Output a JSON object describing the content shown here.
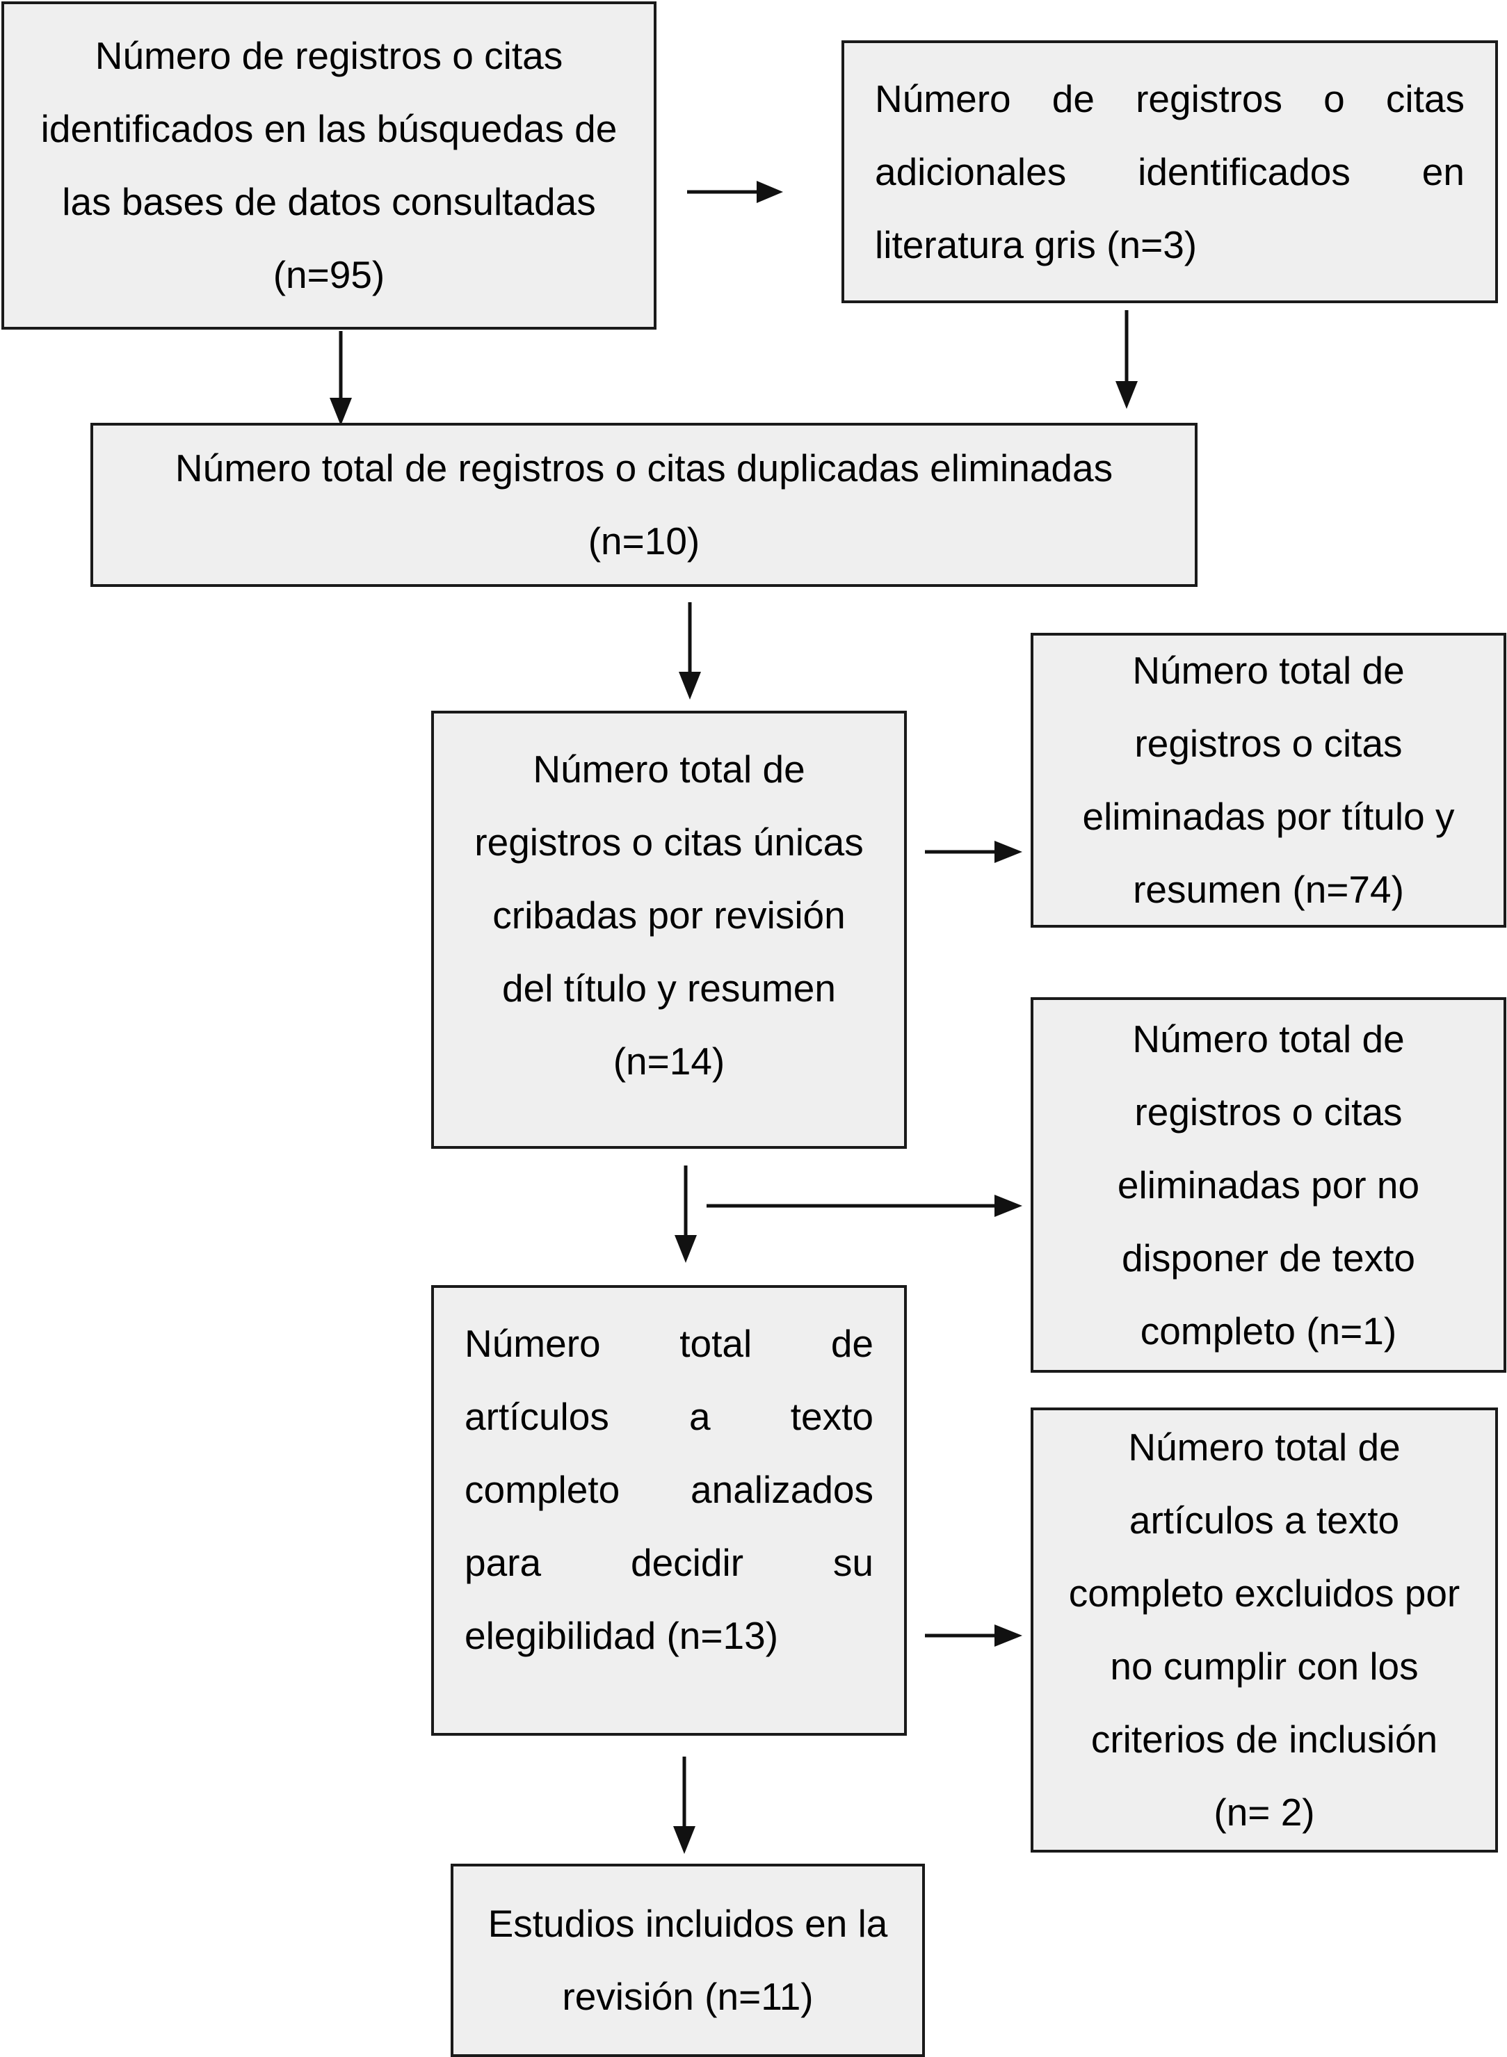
{
  "flowchart": {
    "boxes": {
      "identified_databases": "Número de registros o citas identificados en las búsquedas de las bases de datos consultadas (n=95)",
      "additional_grey_literature": "Número de registros o citas adicionales identificados en literatura gris (n=3)",
      "duplicates_removed": "Número total de registros o citas duplicadas eliminadas (n=10)",
      "screened": "Número total de registros o citas únicas cribadas por revisión del título y resumen (n=14)",
      "excluded_title_abstract": "Número total de registros o citas eliminadas por título y resumen (n=74)",
      "excluded_no_fulltext": "Número total de registros o citas eliminadas por no disponer de texto completo (n=1)",
      "fulltext_assessed": "Número total de artículos a texto completo analizados para decidir su elegibilidad (n=13)",
      "fulltext_excluded": "Número total de artículos a texto completo excluidos por no cumplir con los criterios de inclusión (n= 2)",
      "included": "Estudios incluidos en la revisión (n=11)"
    }
  },
  "colors": {
    "box_fill": "#efefef",
    "box_border": "#1a1a1a",
    "arrow": "#111111"
  }
}
